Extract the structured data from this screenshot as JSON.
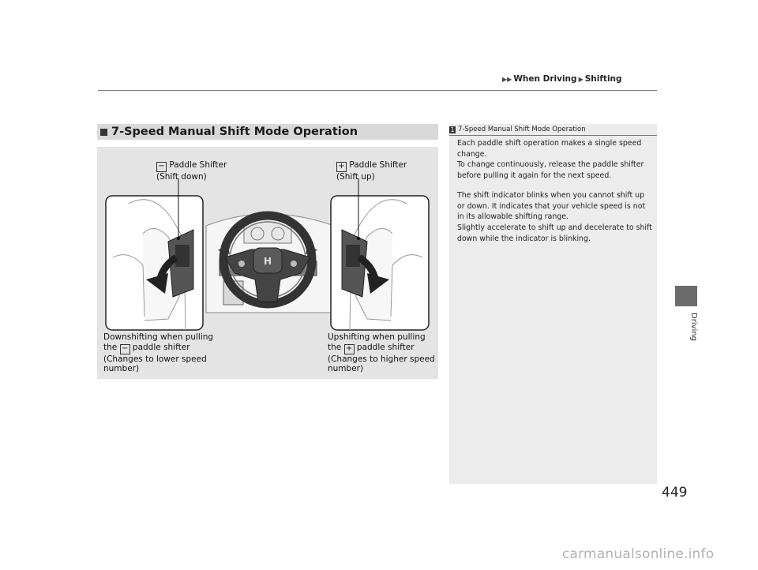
{
  "header": {
    "breadcrumb": [
      "When Driving",
      "Shifting"
    ]
  },
  "side_tab": {
    "label": "Driving"
  },
  "section": {
    "title": "7-Speed Manual Shift Mode Operation"
  },
  "figure": {
    "minus_symbol": "−",
    "plus_symbol": "+",
    "left_callout": {
      "line1": "Paddle Shifter",
      "line2": "(Shift down)"
    },
    "right_callout": {
      "line1": "Paddle Shifter",
      "line2": "(Shift up)"
    },
    "left_caption": {
      "line1": "Downshifting when pulling",
      "line2_pre": "the",
      "line2_post": "paddle shifter",
      "line3": "(Changes to lower speed",
      "line4": "number)"
    },
    "right_caption": {
      "line1": "Upshifting when pulling",
      "line2_pre": "the",
      "line2_post": "paddle shifter",
      "line3": "(Changes to higher speed",
      "line4": "number)"
    }
  },
  "notes": {
    "marker": "1",
    "title": "7-Speed Manual Shift Mode Operation",
    "paragraphs": [
      "Each paddle shift operation makes a single speed change.",
      "To change continuously, release the paddle shifter before pulling it again for the next speed.",
      "The shift indicator blinks when you cannot shift up or down. It indicates that your vehicle speed is not in its allowable shifting range.",
      "Slightly accelerate to shift up and decelerate to shift down while the indicator is blinking."
    ]
  },
  "page_number": "449",
  "watermark": "carmanualsonline.info"
}
